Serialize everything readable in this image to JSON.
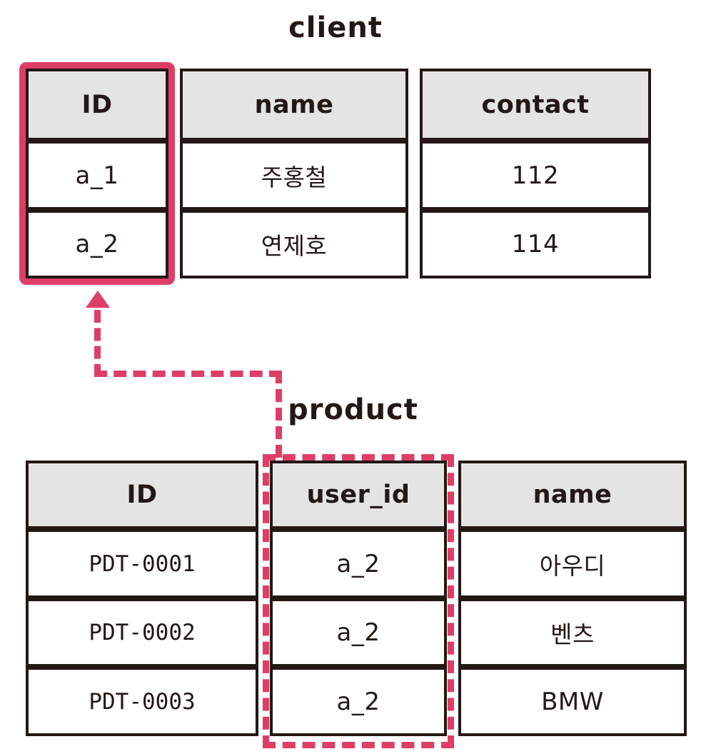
{
  "diagram": {
    "type": "database-relationship-diagram",
    "accent_color": "#de3e66",
    "border_color": "#231815",
    "header_fill": "#e4e4e4",
    "background": "#ffffff"
  },
  "client_table": {
    "title": "client",
    "columns": [
      "ID",
      "name",
      "contact"
    ],
    "rows": [
      {
        "id": "a_1",
        "name": "주홍철",
        "contact": "112"
      },
      {
        "id": "a_2",
        "name": "연제호",
        "contact": "114"
      }
    ],
    "highlighted_column": "ID",
    "highlight_style": "solid-rounded-pink"
  },
  "product_table": {
    "title": "product",
    "columns": [
      "ID",
      "user_id",
      "name"
    ],
    "rows": [
      {
        "id": "PDT-0001",
        "user_id": "a_2",
        "name": "아우디"
      },
      {
        "id": "PDT-0002",
        "user_id": "a_2",
        "name": "벤츠"
      },
      {
        "id": "PDT-0003",
        "user_id": "a_2",
        "name": "BMW"
      }
    ],
    "highlighted_column": "user_id",
    "highlight_style": "dashed-pink"
  },
  "relationship": {
    "from": "product.user_id",
    "to": "client.ID",
    "connector": "dashed-elbow-with-arrowhead",
    "arrow_direction": "up"
  }
}
